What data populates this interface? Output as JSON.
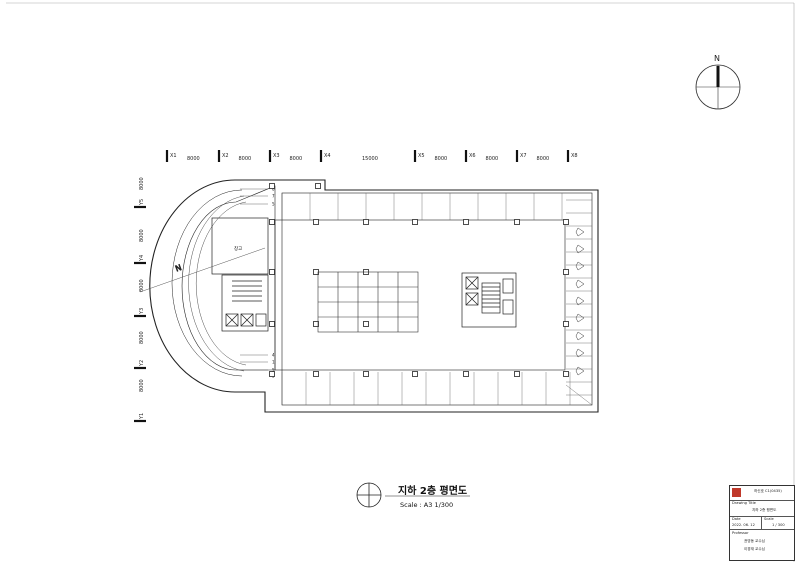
{
  "drawing": {
    "title": "지하 2층 평면도",
    "scale": "Scale : A3 1/300",
    "north": "N",
    "room_label": "창고"
  },
  "grid": {
    "x_labels": [
      "X1",
      "X2",
      "X3",
      "X4",
      "X5",
      "X6",
      "X7",
      "X8"
    ],
    "x_dims": [
      "8000",
      "8000",
      "8000",
      "15000",
      "8000",
      "8000",
      "8000"
    ],
    "y_labels": [
      "Y5",
      "Y4",
      "Y3",
      "Y2",
      "Y1"
    ],
    "y_dims": [
      "8000",
      "8000",
      "8000",
      "8000",
      "8000"
    ]
  },
  "ramp_marks": [
    "8",
    "7",
    "5",
    "4",
    "1",
    "5",
    "5"
  ],
  "title_block": {
    "logo_text": "하신호 C1(0435)",
    "drawing_title_label": "Drawing Title",
    "drawing_title": "지하 2층 평면도",
    "date_label": "Date",
    "date": "2022. 06. 12",
    "scale_label": "Scale",
    "scale": "1 / 300",
    "professor_label": "Professor",
    "professor_1": "권영동   교수님",
    "professor_2": "이경재   교수님"
  },
  "colors": {
    "accent": "#c0392b",
    "line": "#222222"
  }
}
